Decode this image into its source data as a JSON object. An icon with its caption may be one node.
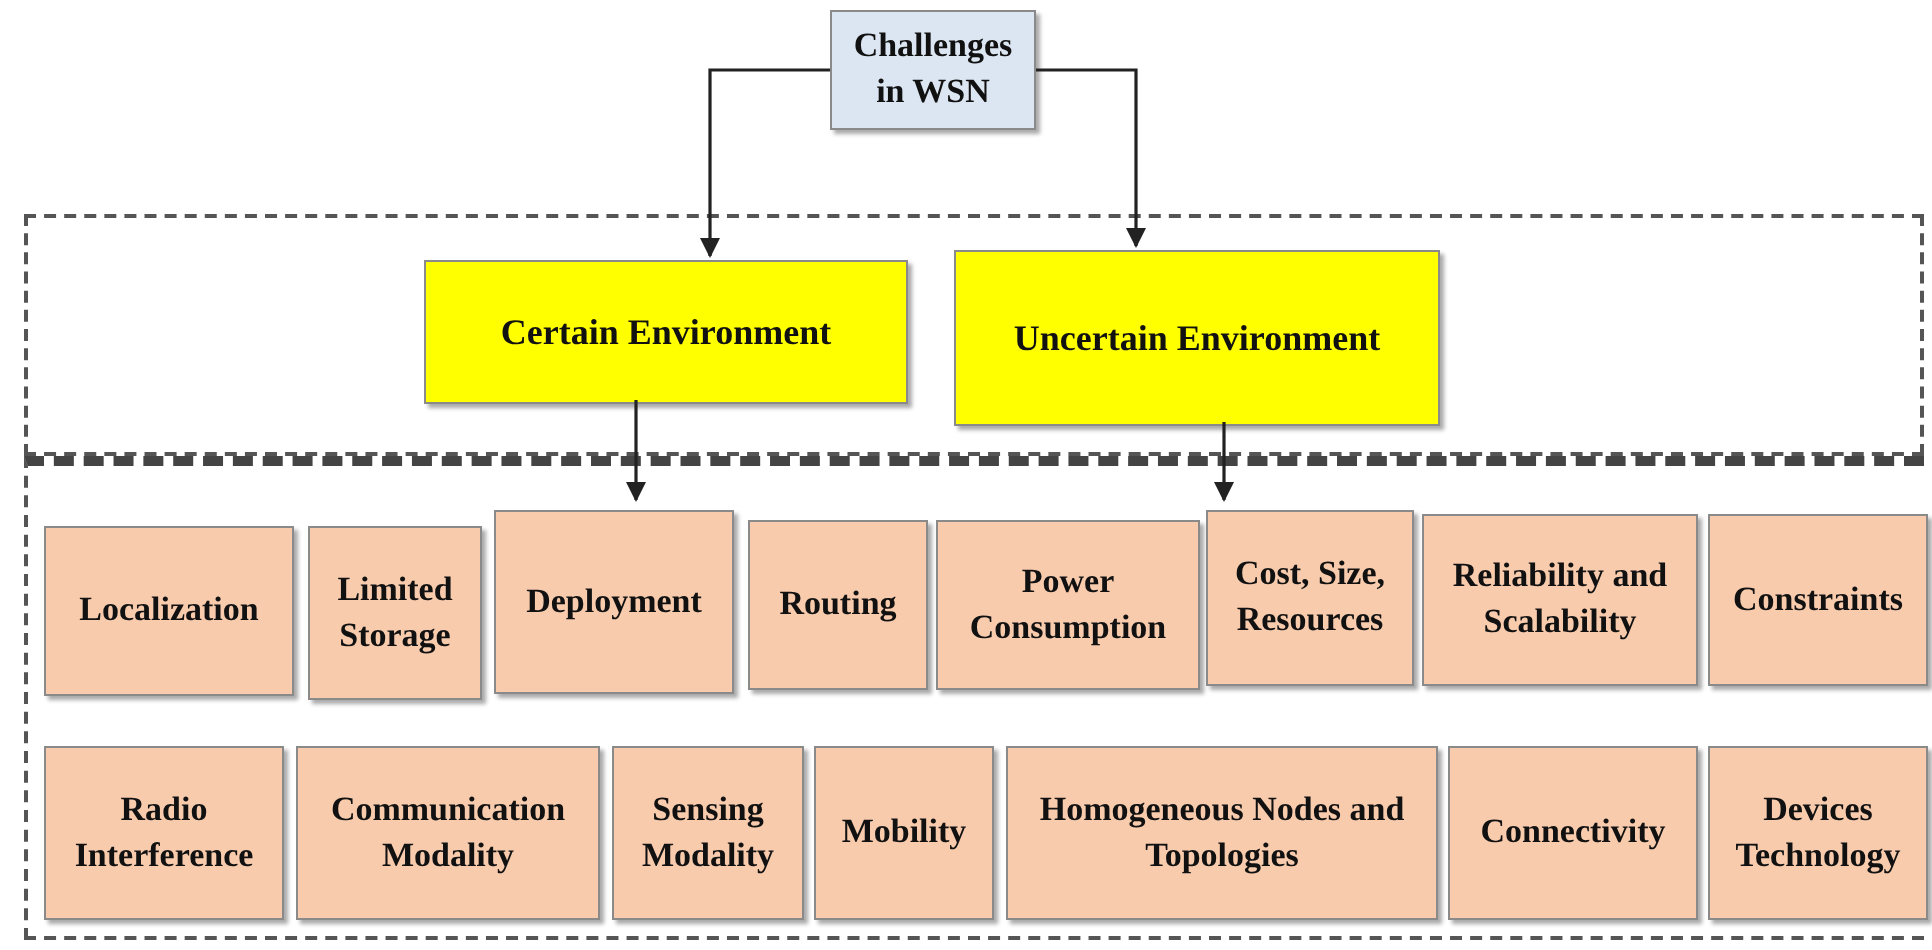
{
  "diagram": {
    "nodes": [
      {
        "text": [
          "Challenges in WSN"
        ]
      },
      {
        "text": [],
        "shape": "box"
      },
      {
        "text": [
          "Certain Environment"
        ],
        "in": 1
      },
      {
        "text": [
          "Uncertain Environment"
        ],
        "in": 1
      },
      {
        "text": [],
        "shape": "box"
      },
      {
        "text": [
          "Localization"
        ],
        "in": 4
      },
      {
        "text": [
          "Limited Storage"
        ],
        "in": 4
      },
      {
        "text": [
          "Deployment"
        ],
        "in": 4
      },
      {
        "text": [
          "Routing"
        ],
        "in": 4
      },
      {
        "text": [
          "Power Consumption"
        ],
        "in": 4
      },
      {
        "text": [
          "Cost, Size, Resources"
        ],
        "in": 4
      },
      {
        "text": [
          "Reliability and Scalability"
        ],
        "in": 4
      },
      {
        "text": [
          "Constraints"
        ],
        "in": 4
      },
      {
        "text": [
          "Radio Interference"
        ],
        "in": 4
      },
      {
        "text": [
          "Communication Modality"
        ],
        "in": 4
      },
      {
        "text": [
          "Sensing Modality"
        ],
        "in": 4
      },
      {
        "text": [
          "Mobility"
        ],
        "in": 4
      },
      {
        "text": [
          "Homogeneous Nodes and Topologies"
        ],
        "in": 4
      },
      {
        "text": [
          "Connectivity"
        ],
        "in": 4
      },
      {
        "text": [
          "Devices Technology"
        ],
        "in": 4
      }
    ],
    "edges": [
      {
        "from": 0,
        "to": 2,
        "arrow": "to"
      },
      {
        "from": 0,
        "to": 3,
        "arrow": "to"
      },
      {
        "from": 2,
        "to": 7,
        "arrow": "to"
      },
      {
        "from": 3,
        "to": 10,
        "arrow": "to"
      }
    ]
  }
}
